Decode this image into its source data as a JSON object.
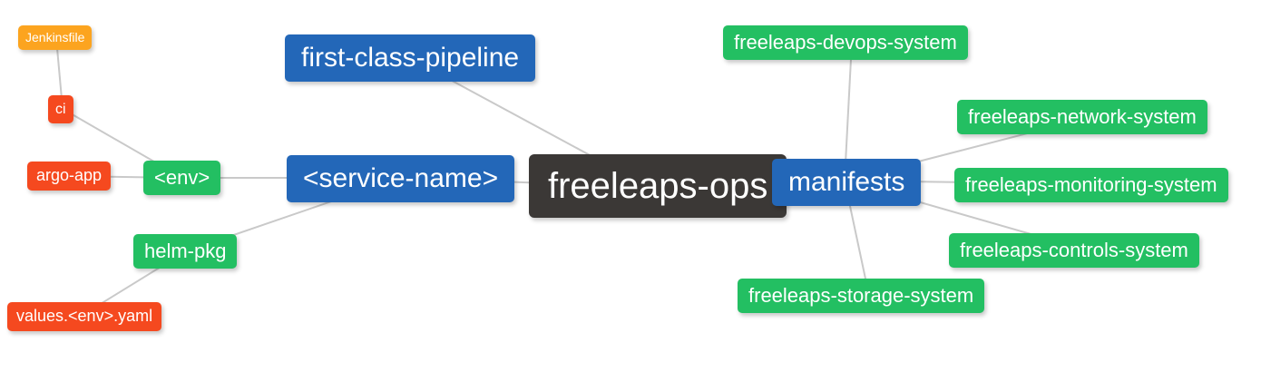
{
  "diagram": {
    "type": "mindmap",
    "root": "freeleaps-ops",
    "background": "#ffffff",
    "edge_color": "#c9c9c9",
    "colors": {
      "root_dark": "#3b3836",
      "branch_blue": "#2367b8",
      "leaf_green": "#23bf62",
      "leaf_red": "#f5491f",
      "leaf_orange": "#fca41f",
      "node_text": "#ffffff"
    },
    "nodes": [
      {
        "id": "jenkinsfile",
        "label": "Jenkinsfile",
        "color": "#fca41f"
      },
      {
        "id": "ci",
        "label": "ci",
        "color": "#f5491f"
      },
      {
        "id": "argo-app",
        "label": "argo-app",
        "color": "#f5491f"
      },
      {
        "id": "env",
        "label": "<env>",
        "color": "#23bf62"
      },
      {
        "id": "first-class-pipeline",
        "label": "first-class-pipeline",
        "color": "#2367b8"
      },
      {
        "id": "service-name",
        "label": "<service-name>",
        "color": "#2367b8"
      },
      {
        "id": "freeleaps-ops",
        "label": "freeleaps-ops",
        "color": "#3b3836"
      },
      {
        "id": "manifests",
        "label": "manifests",
        "color": "#2367b8"
      },
      {
        "id": "helm-pkg",
        "label": "helm-pkg",
        "color": "#23bf62"
      },
      {
        "id": "values-env-yaml",
        "label": "values.<env>.yaml",
        "color": "#f5491f"
      },
      {
        "id": "freeleaps-devops-system",
        "label": "freeleaps-devops-system",
        "color": "#23bf62"
      },
      {
        "id": "freeleaps-network-system",
        "label": "freeleaps-network-system",
        "color": "#23bf62"
      },
      {
        "id": "freeleaps-monitoring-system",
        "label": "freeleaps-monitoring-system",
        "color": "#23bf62"
      },
      {
        "id": "freeleaps-controls-system",
        "label": "freeleaps-controls-system",
        "color": "#23bf62"
      },
      {
        "id": "freeleaps-storage-system",
        "label": "freeleaps-storage-system",
        "color": "#23bf62"
      }
    ],
    "edges": [
      [
        "jenkinsfile",
        "ci"
      ],
      [
        "ci",
        "env"
      ],
      [
        "argo-app",
        "env"
      ],
      [
        "env",
        "service-name"
      ],
      [
        "helm-pkg",
        "service-name"
      ],
      [
        "values-env-yaml",
        "helm-pkg"
      ],
      [
        "service-name",
        "freeleaps-ops"
      ],
      [
        "first-class-pipeline",
        "freeleaps-ops"
      ],
      [
        "freeleaps-ops",
        "manifests"
      ],
      [
        "manifests",
        "freeleaps-devops-system"
      ],
      [
        "manifests",
        "freeleaps-network-system"
      ],
      [
        "manifests",
        "freeleaps-monitoring-system"
      ],
      [
        "manifests",
        "freeleaps-controls-system"
      ],
      [
        "manifests",
        "freeleaps-storage-system"
      ]
    ]
  }
}
